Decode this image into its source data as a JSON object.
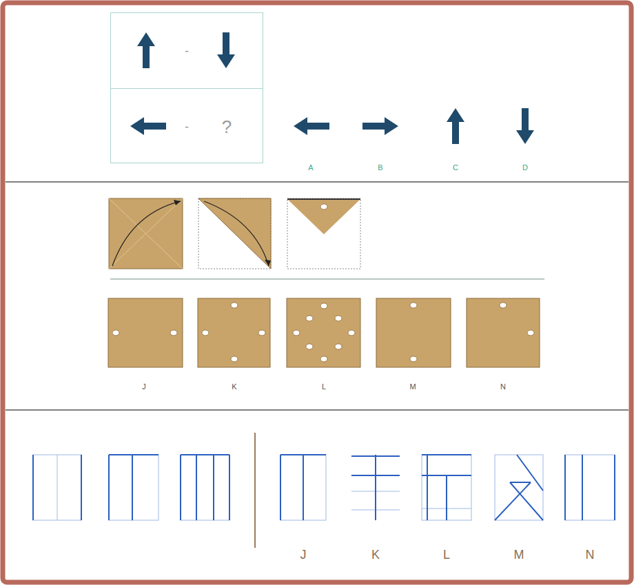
{
  "diagram": {
    "nodes": [
      {
        "text": [
          "-"
        ]
      },
      {
        "text": [
          "-",
          "?"
        ]
      }
    ],
    "labels": [
      "A",
      "B",
      "C",
      "D",
      "J",
      "K",
      "L",
      "M",
      "N",
      "J",
      "K",
      "L",
      "M",
      "N"
    ]
  }
}
